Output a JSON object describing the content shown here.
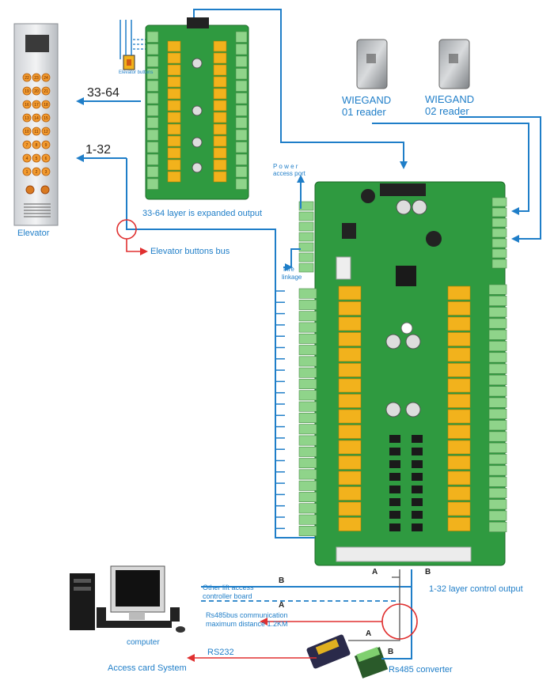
{
  "labels": {
    "elevator_buttons": "Elevator buttons",
    "elevator": "Elevator",
    "range_high": "33-64",
    "range_low": "1-32",
    "expanded_output": "33-64 layer is expanded output",
    "elevator_bus": "Elevator buttons bus",
    "wiegand1_line1": "WIEGAND",
    "wiegand1_line2": "01 reader",
    "wiegand2_line1": "WIEGAND",
    "wiegand2_line2": "02 reader",
    "power_line1": "P o w e r",
    "power_line2": "access port",
    "fire_line1": "Fire",
    "fire_line2": "linkage",
    "other_lift_line1": "Other lift  access",
    "other_lift_line2": "controller board",
    "rs485_line1": "Rs485bus communication",
    "rs485_line2": "maximum distance 1.2KM",
    "rs232": "RS232",
    "access_card": "Access card System",
    "computer": "computer",
    "converter": "Rs485 converter",
    "control_output": "1-32 layer control output",
    "bus_a1": "A",
    "bus_b1": "B",
    "bus_a2": "A",
    "bus_b2": "B",
    "bus_a3": "A",
    "bus_b3": "B"
  },
  "elevator_panel": {
    "buttons": [
      "22",
      "23",
      "24",
      "19",
      "20",
      "21",
      "16",
      "17",
      "18",
      "13",
      "14",
      "15",
      "10",
      "11",
      "12",
      "7",
      "8",
      "9",
      "4",
      "5",
      "6",
      "1",
      "2",
      "3"
    ]
  },
  "colors": {
    "wire": "#1f7ec8",
    "accent_red": "#e03030",
    "pcb": "#2f9a40",
    "relay": "#f2b21c",
    "terminal": "#8fd48a"
  }
}
